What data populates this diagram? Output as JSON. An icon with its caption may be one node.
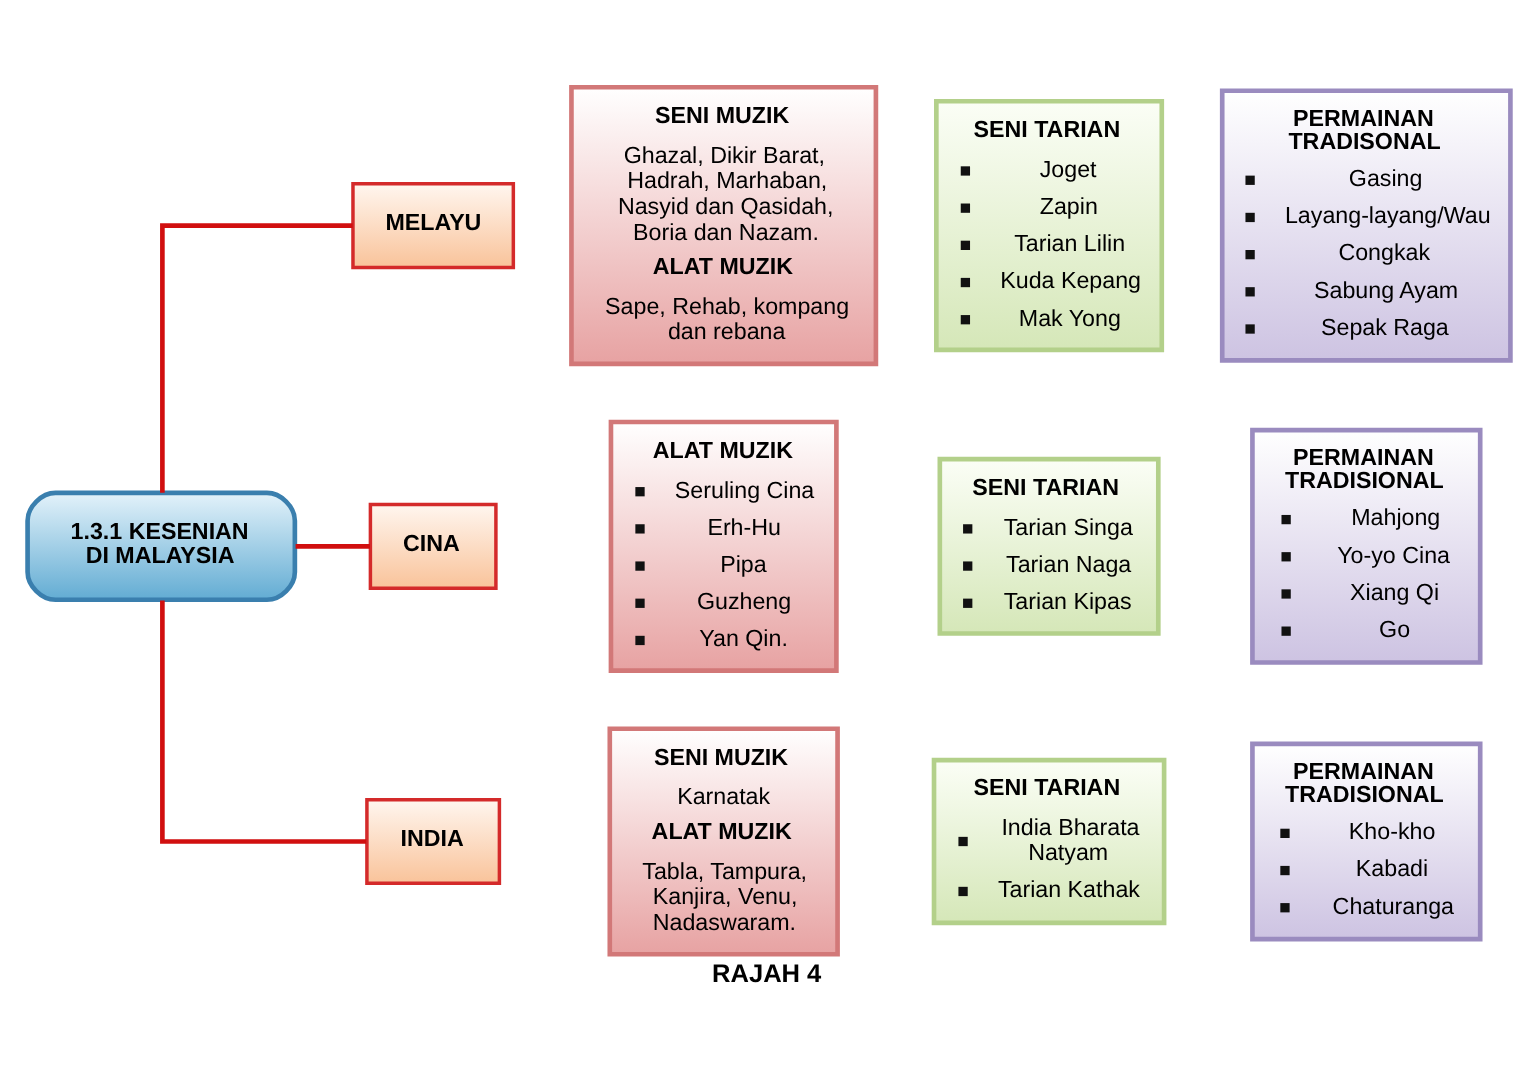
{
  "diagram": {
    "caption": "RAJAH 4",
    "nodes": [
      {
        "text": [
          "1.3.1 KESENIAN DI MALAYSIA"
        ]
      },
      {
        "text": [
          "MELAYU"
        ]
      },
      {
        "text": [
          "SENI MUZIK",
          "Ghazal, Dikir Barat, Hadrah, Marhaban, Nasyid dan Qasidah, Boria dan Nazam.",
          "ALAT MUZIK",
          "Sape, Rehab, kompang dan rebana"
        ]
      },
      {
        "text": [
          "SENI TARIAN",
          "Joget",
          "Zapin",
          "Tarian Lilin",
          "Kuda Kepang",
          "Mak Yong"
        ]
      },
      {
        "text": [
          "PERMAINAN TRADISONAL",
          "Gasing",
          "Layang-layang/Wau",
          "Congkak",
          "Sabung Ayam",
          "Sepak Raga"
        ]
      },
      {
        "text": [
          "CINA"
        ]
      },
      {
        "text": [
          "ALAT MUZIK",
          "Seruling Cina",
          "Erh-Hu",
          "Pipa",
          "Guzheng",
          "Yan Qin."
        ]
      },
      {
        "text": [
          "SENI TARIAN",
          "Tarian Singa",
          "Tarian Naga",
          "Tarian Kipas"
        ]
      },
      {
        "text": [
          "PERMAINAN TRADISIONAL",
          "Mahjong",
          "Yo-yo Cina",
          "Xiang Qi",
          "Go"
        ]
      },
      {
        "text": [
          "INDIA"
        ]
      },
      {
        "text": [
          "SENI MUZIK",
          "Karnatak",
          "ALAT MUZIK",
          "Tabla, Tampura, Kanjira, Venu, Nadaswaram."
        ]
      },
      {
        "text": [
          "SENI TARIAN",
          "India Bharata Natyam",
          "Tarian Kathak"
        ]
      },
      {
        "text": [
          "PERMAINAN TRADISIONAL",
          "Kho-kho",
          "Kabadi",
          "Chaturanga"
        ]
      }
    ],
    "edges": [
      {
        "from": 0,
        "to": 1,
        "arrow": "none"
      },
      {
        "from": 0,
        "to": 5,
        "arrow": "none"
      },
      {
        "from": 0,
        "to": 9,
        "arrow": "none"
      }
    ]
  }
}
